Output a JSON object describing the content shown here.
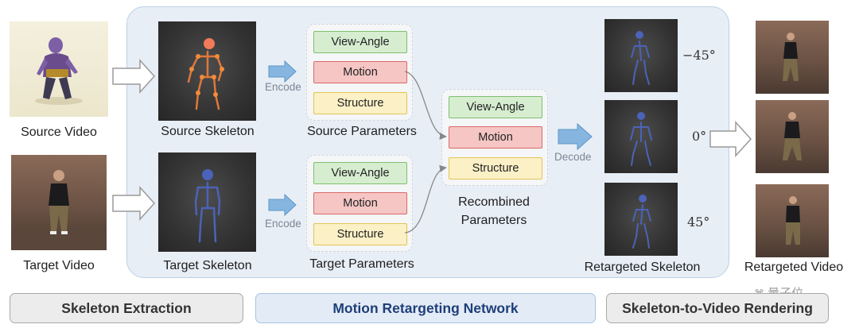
{
  "inputs": {
    "source_video": "Source Video",
    "target_video": "Target Video"
  },
  "skeletons": {
    "source": "Source Skeleton",
    "target": "Target Skeleton"
  },
  "encode_label": "Encode",
  "decode_label": "Decode",
  "source_params": {
    "caption": "Source Parameters",
    "items": [
      "View-Angle",
      "Motion",
      "Structure"
    ]
  },
  "target_params": {
    "caption": "Target Parameters",
    "items": [
      "View-Angle",
      "Motion",
      "Structure"
    ]
  },
  "recombined": {
    "caption_line1": "Recombined",
    "caption_line2": "Parameters",
    "items": [
      "View-Angle",
      "Motion",
      "Structure"
    ]
  },
  "retargeted_skeleton": {
    "caption": "Retargeted Skeleton",
    "angles": [
      "−45°",
      "0°",
      "45°"
    ]
  },
  "retargeted_video": "Retargeted Video",
  "watermark": "量子位",
  "stages": {
    "extraction": "Skeleton Extraction",
    "network": "Motion Retargeting Network",
    "rendering": "Skeleton-to-Video Rendering"
  },
  "colors": {
    "view_angle": "#d6edd0",
    "motion": "#f5c6c4",
    "structure": "#fbf0c6",
    "network_text": "#1f3e78",
    "arrow_blue": "#86b6e0"
  }
}
